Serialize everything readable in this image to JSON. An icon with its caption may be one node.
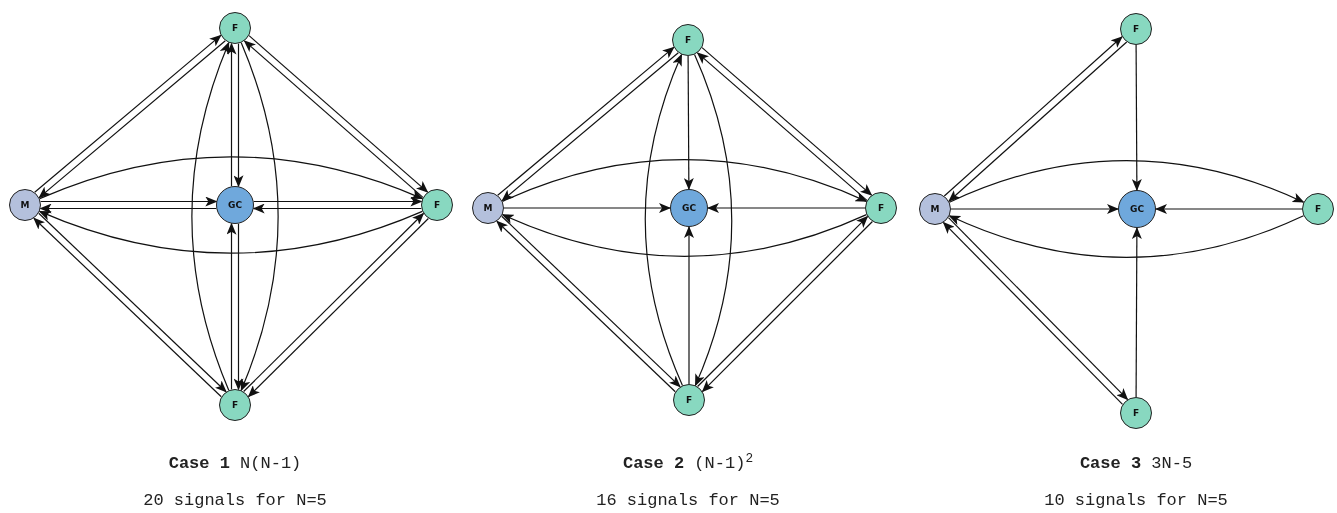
{
  "diagram": {
    "nodes": [
      {
        "text": [
          "F"
        ]
      },
      {
        "text": [
          "M"
        ]
      },
      {
        "text": [
          "GC"
        ]
      },
      {
        "text": [
          "F"
        ]
      },
      {
        "text": [
          "F"
        ]
      },
      {
        "text": [
          "F"
        ]
      },
      {
        "text": [
          "M"
        ]
      },
      {
        "text": [
          "GC"
        ]
      },
      {
        "text": [
          "F"
        ]
      },
      {
        "text": [
          "F"
        ]
      },
      {
        "text": [
          "F"
        ]
      },
      {
        "text": [
          "M"
        ]
      },
      {
        "text": [
          "GC"
        ]
      },
      {
        "text": [
          "F"
        ]
      },
      {
        "text": [
          "F"
        ]
      }
    ],
    "edges": [
      {
        "from": 1,
        "to": 0,
        "arrow": "to"
      },
      {
        "from": 0,
        "to": 1,
        "arrow": "to"
      },
      {
        "from": 1,
        "to": 3,
        "arrow": "to"
      },
      {
        "from": 3,
        "to": 1,
        "arrow": "to"
      },
      {
        "from": 1,
        "to": 4,
        "arrow": "to"
      },
      {
        "from": 4,
        "to": 1,
        "arrow": "to"
      },
      {
        "from": 1,
        "to": 2,
        "arrow": "to"
      },
      {
        "from": 2,
        "to": 1,
        "arrow": "to"
      },
      {
        "from": 0,
        "to": 2,
        "arrow": "to"
      },
      {
        "from": 2,
        "to": 0,
        "arrow": "to"
      },
      {
        "from": 0,
        "to": 3,
        "arrow": "to"
      },
      {
        "from": 3,
        "to": 0,
        "arrow": "to"
      },
      {
        "from": 0,
        "to": 4,
        "arrow": "to"
      },
      {
        "from": 4,
        "to": 0,
        "arrow": "to"
      },
      {
        "from": 2,
        "to": 3,
        "arrow": "to"
      },
      {
        "from": 3,
        "to": 2,
        "arrow": "to"
      },
      {
        "from": 2,
        "to": 4,
        "arrow": "to"
      },
      {
        "from": 4,
        "to": 2,
        "arrow": "to"
      },
      {
        "from": 3,
        "to": 4,
        "arrow": "to"
      },
      {
        "from": 4,
        "to": 3,
        "arrow": "to"
      },
      {
        "from": 6,
        "to": 5,
        "arrow": "to"
      },
      {
        "from": 5,
        "to": 6,
        "arrow": "to"
      },
      {
        "from": 6,
        "to": 8,
        "arrow": "to"
      },
      {
        "from": 8,
        "to": 6,
        "arrow": "to"
      },
      {
        "from": 6,
        "to": 9,
        "arrow": "to"
      },
      {
        "from": 9,
        "to": 6,
        "arrow": "to"
      },
      {
        "from": 6,
        "to": 7,
        "arrow": "to"
      },
      {
        "from": 5,
        "to": 7,
        "arrow": "to"
      },
      {
        "from": 5,
        "to": 8,
        "arrow": "to"
      },
      {
        "from": 8,
        "to": 5,
        "arrow": "to"
      },
      {
        "from": 5,
        "to": 9,
        "arrow": "to"
      },
      {
        "from": 9,
        "to": 5,
        "arrow": "to"
      },
      {
        "from": 8,
        "to": 7,
        "arrow": "to"
      },
      {
        "from": 9,
        "to": 7,
        "arrow": "to"
      },
      {
        "from": 8,
        "to": 9,
        "arrow": "to"
      },
      {
        "from": 9,
        "to": 8,
        "arrow": "to"
      },
      {
        "from": 11,
        "to": 10,
        "arrow": "to"
      },
      {
        "from": 10,
        "to": 11,
        "arrow": "to"
      },
      {
        "from": 11,
        "to": 13,
        "arrow": "to"
      },
      {
        "from": 13,
        "to": 11,
        "arrow": "to"
      },
      {
        "from": 11,
        "to": 14,
        "arrow": "to"
      },
      {
        "from": 14,
        "to": 11,
        "arrow": "to"
      },
      {
        "from": 11,
        "to": 12,
        "arrow": "to"
      },
      {
        "from": 10,
        "to": 12,
        "arrow": "to"
      },
      {
        "from": 13,
        "to": 12,
        "arrow": "to"
      },
      {
        "from": 14,
        "to": 12,
        "arrow": "to"
      }
    ],
    "labels": [
      "**Case 1** N(N-1)",
      "20 signals for N=5",
      "**Case 2** (N-1)$^{2}$",
      "16 signals for N=5",
      "**Case 3** 3N-5",
      "10 signals for N=5"
    ]
  }
}
